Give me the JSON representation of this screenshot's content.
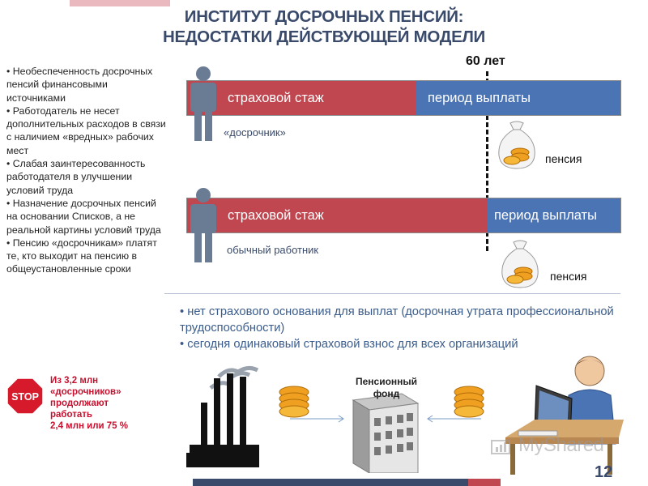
{
  "title": {
    "line1": "ИНСТИТУТ ДОСРОЧНЫХ ПЕНСИЙ:",
    "line2": "НЕДОСТАТКИ ДЕЙСТВУЮЩЕЙ МОДЕЛИ"
  },
  "bullets": [
    "• Необеспеченность досрочных пенсий финансовыми источниками",
    "• Работодатель не несет дополнительных расходов в связи с наличием «вредных» рабочих мест",
    "• Слабая заинтересованность работодателя в улучшении условий труда",
    "• Назначение досрочных пенсий на основании Списков, а не реальной картины условий труда",
    "• Пенсию «досрочникам» платят те, кто выходит на пенсию в общеустановленные сроки"
  ],
  "stop": {
    "sign": "STOP",
    "line1": "Из 3,2 млн",
    "line2": "«досрочников»",
    "line3": "продолжают",
    "line4": "работать",
    "line5": "2,4 млн или 75 %"
  },
  "timeline": {
    "age_label": "60 лет",
    "early": {
      "stage_label": "страховой стаж",
      "payment_label": "период выплаты",
      "worker_label": "«досрочник»",
      "pension_label": "пенсия"
    },
    "regular": {
      "stage_label": "страховой стаж",
      "payment_label": "период выплаты",
      "worker_label": "обычный работник",
      "pension_label": "пенсия"
    }
  },
  "notes": [
    "• нет страхового основания для выплат (досрочная утрата профессиональной трудоспособности)",
    "• сегодня одинаковый страховой взнос для всех организаций"
  ],
  "fund": {
    "label_line1": "Пенсионный",
    "label_line2": "фонд"
  },
  "watermark": "MyShared",
  "page_number": "12",
  "icons": {
    "person": "person-icon",
    "money_bag": "money-bag-icon",
    "coins": "coins-icon",
    "factory": "factory-icon",
    "building": "building-icon",
    "office_worker": "office-worker-icon",
    "stop": "stop-sign-icon"
  },
  "colors": {
    "title": "#3a4a6b",
    "stage_red": "#c0464f",
    "payment_blue": "#4a74b4",
    "stop_red": "#c8102e",
    "notes_blue": "#3a5c8c",
    "person_gray": "#6a7b94",
    "coin_orange": "#f0a020"
  }
}
